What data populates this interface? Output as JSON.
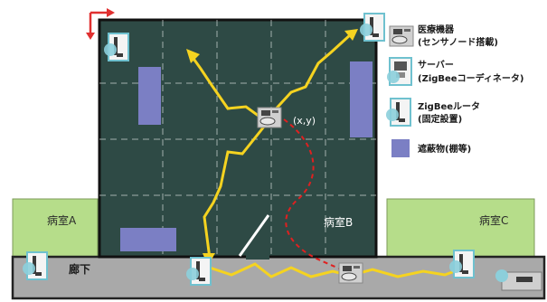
{
  "rooms": {
    "room_a": "病室A",
    "room_b": "病室B",
    "room_c": "病室C",
    "corridor": "廊下"
  },
  "position_label": "(x,y)",
  "legend": {
    "medical_device_line1": "医療機器",
    "medical_device_line2": "(センサノード搭載)",
    "server_line1": "サーバー",
    "server_line2": "(ZigBeeコーディネータ)",
    "router_line1": "ZigBeeルータ",
    "router_line2": "(固定設置)",
    "obstacle": "遮蔽物(棚等)"
  },
  "colors": {
    "room_b_fill": "#2e4a45",
    "side_room_fill": "#b6dd8a",
    "corridor_fill": "#a9a9a9",
    "obstacle_fill": "#7b7fc4",
    "signal_path": "#f5d320",
    "movement_path": "#e02020",
    "router_badge": "#7ec4cf"
  },
  "icons": {
    "compass": "axis-arrows-icon",
    "router": "zigbee-router-icon",
    "server": "zigbee-coordinator-icon",
    "medical_device": "sensor-node-icon"
  }
}
